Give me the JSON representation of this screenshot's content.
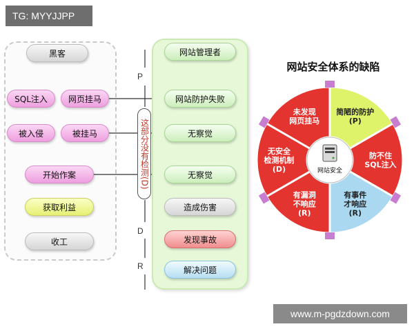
{
  "tag": "TG: MYYJJPP",
  "watermark": "www.m-pgdzdown.com",
  "left_column": {
    "hacker": "黑客",
    "sql_injection": "SQL注入",
    "web_trojan": "网页挂马",
    "intruded": "被入侵",
    "trojaned": "被挂马",
    "start_crime": "开始作案",
    "gain_profit": "获取利益",
    "finish": "收工"
  },
  "detection_note": "这部分没有检测(D)",
  "phases": {
    "p": "P",
    "d": "D",
    "r": "R"
  },
  "right_column": {
    "admin": "网站管理者",
    "defense_fail": "网站防护失败",
    "unaware_1": "无察觉",
    "unaware_2": "无察觉",
    "damage": "造成伤害",
    "incident_found": "发现事故",
    "resolve": "解决问题"
  },
  "wheel": {
    "title": "网站安全体系的缺陷",
    "center_label": "网站安全",
    "segments": [
      {
        "label_lines": [
          "简陋的防护",
          "(P)"
        ],
        "color": "#dff36a",
        "text_color": "#222222"
      },
      {
        "label_lines": [
          "防不住",
          "SQL注入"
        ],
        "color": "#e4342f",
        "text_color": "#ffffff"
      },
      {
        "label_lines": [
          "有事件",
          "才响应",
          "(R)"
        ],
        "color": "#a9d8f0",
        "text_color": "#222222"
      },
      {
        "label_lines": [
          "有漏洞",
          "不响应",
          "(R)"
        ],
        "color": "#e4342f",
        "text_color": "#ffffff"
      },
      {
        "label_lines": [
          "无安全",
          "检测机制",
          "(D)"
        ],
        "color": "#e4342f",
        "text_color": "#ffffff"
      },
      {
        "label_lines": [
          "未发现",
          "网页挂马"
        ],
        "color": "#e4342f",
        "text_color": "#ffffff"
      }
    ]
  }
}
